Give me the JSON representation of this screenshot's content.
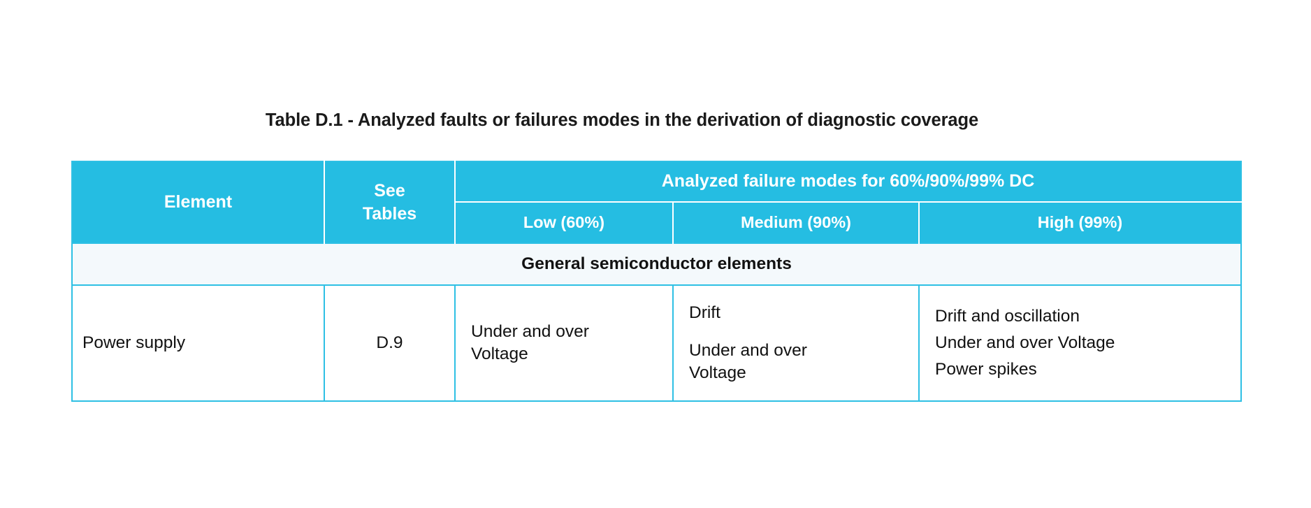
{
  "caption": "Table D.1 - Analyzed faults or failures modes in the derivation of diagnostic coverage",
  "colors": {
    "header_background": "#25bde2",
    "header_text": "#ffffff",
    "border": "#2ec0e4",
    "section_background": "#f4f9fc",
    "body_text": "#111111",
    "page_background": "#ffffff"
  },
  "table": {
    "header": {
      "element": "Element",
      "see_tables": "See\nTables",
      "group_label": "Analyzed failure modes for 60%/90%/99% DC",
      "sub_columns": [
        "Low (60%)",
        "Medium (90%)",
        "High (99%)"
      ]
    },
    "section_rows": [
      {
        "label": "General semiconductor elements"
      }
    ],
    "rows": [
      {
        "element": "Power supply",
        "see_tables": "D.9",
        "low": [
          "Under and over\nVoltage"
        ],
        "medium": [
          "Drift",
          "Under and over\nVoltage"
        ],
        "high": [
          "Drift and oscillation",
          "Under and over Voltage",
          "Power spikes"
        ]
      }
    ]
  }
}
